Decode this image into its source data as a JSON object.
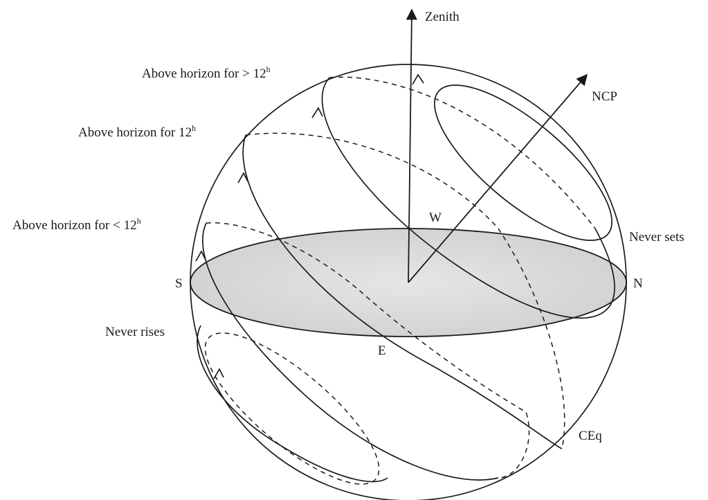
{
  "labels": {
    "zenith": "Zenith",
    "ncp": "NCP",
    "west": "W",
    "east": "E",
    "south": "S",
    "north": "N",
    "never_sets": "Never sets",
    "never_rises": "Never rises",
    "ceq": "CEq",
    "above_gt_12": "Above horizon for > 12",
    "above_eq_12": "Above horizon for 12",
    "above_lt_12": "Above horizon for < 12",
    "hour_sup": "h"
  },
  "colors": {
    "ink": "#1a1a1a",
    "horizon_fill": "#d4d4d4"
  }
}
